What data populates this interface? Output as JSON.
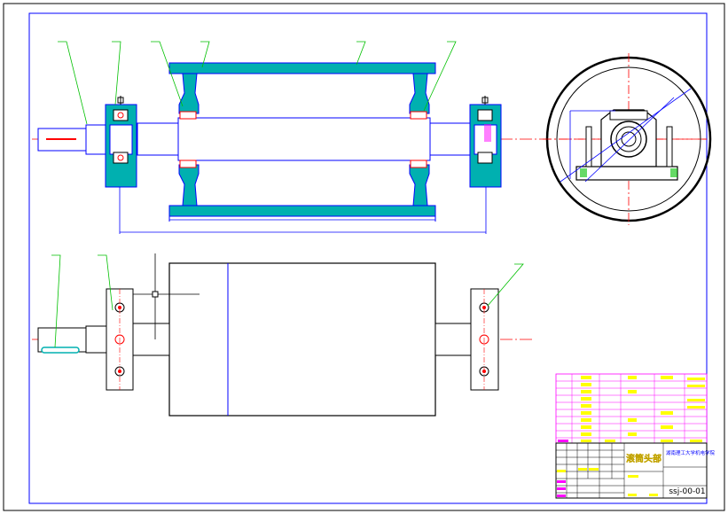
{
  "title_block": {
    "drawing_name": "滚筒头部",
    "school": "湖南理工大学机电学院",
    "drawing_no": "ssj-00-01"
  },
  "colors": {
    "outline": "#0000ff",
    "solid": "#000000",
    "section": "#00b0b0",
    "centerline": "#ff0000",
    "leader": "#00c000",
    "table_lines": "#ff00ff",
    "table_text": "#ffff00"
  }
}
